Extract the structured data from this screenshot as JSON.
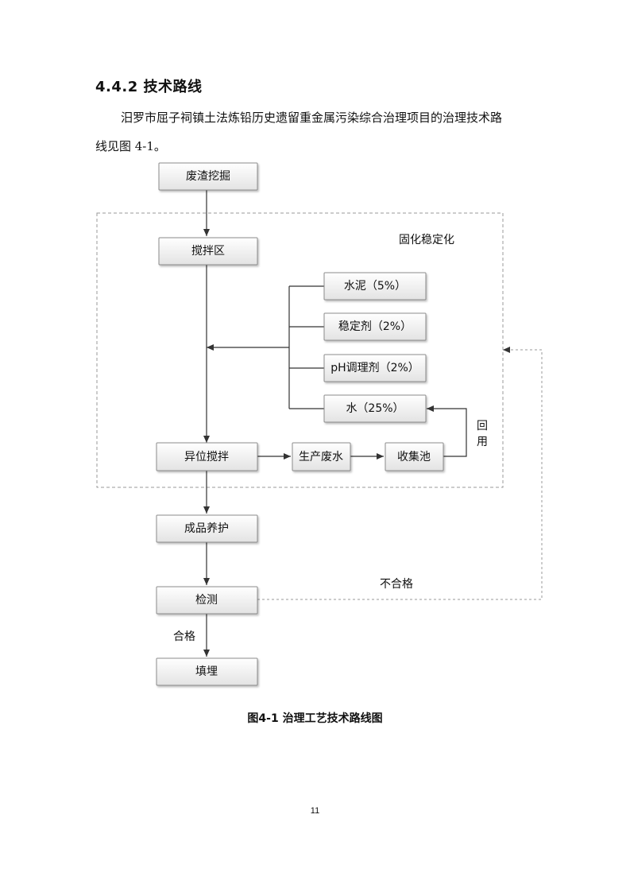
{
  "section": {
    "heading": "4.4.2 技术路线",
    "paragraph_line1": "汨罗市屈子祠镇土法炼铅历史遗留重金属污染综合治理项目的治理技术路",
    "paragraph_line2": "线见图 4-1。"
  },
  "flowchart": {
    "box_waste_excavation": "废渣挖掘",
    "box_mixing_zone": "搅拌区",
    "box_cement": "水泥（5%）",
    "box_stabilizer": "稳定剂（2%）",
    "box_ph_regulator": "pH调理剂（2%）",
    "box_water": "水（25%）",
    "box_offsite_mixing": "异位搅拌",
    "box_production_wastewater": "生产废水",
    "box_collection_pool": "收集池",
    "box_curing": "成品养护",
    "box_testing": "检测",
    "box_landfill": "填埋",
    "label_solidification": "固化稳定化",
    "label_reuse_1": "回",
    "label_reuse_2": "用",
    "label_unqualified": "不合格",
    "label_qualified": "合格"
  },
  "caption": "图4-1  治理工艺技术路线图",
  "page_number": "11"
}
